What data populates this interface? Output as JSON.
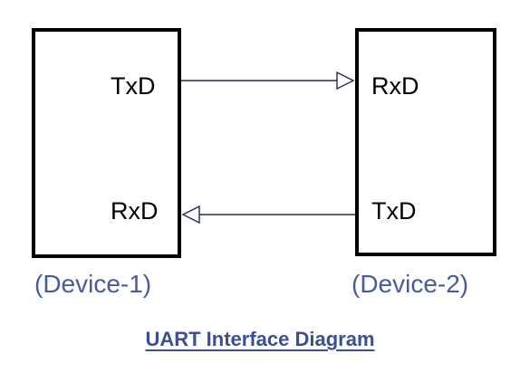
{
  "device1": {
    "txd_label": "TxD",
    "rxd_label": "RxD",
    "caption": "(Device-1)"
  },
  "device2": {
    "rxd_label": "RxD",
    "txd_label": "TxD",
    "caption": "(Device-2)"
  },
  "title": "UART Interface Diagram",
  "colors": {
    "caption": "#4a5a9e",
    "title": "#3b4f96",
    "line": "#1f2a5c",
    "border": "#000000"
  },
  "connections": [
    {
      "from": "device1-txd",
      "to": "device2-rxd"
    },
    {
      "from": "device2-txd",
      "to": "device1-rxd"
    }
  ]
}
